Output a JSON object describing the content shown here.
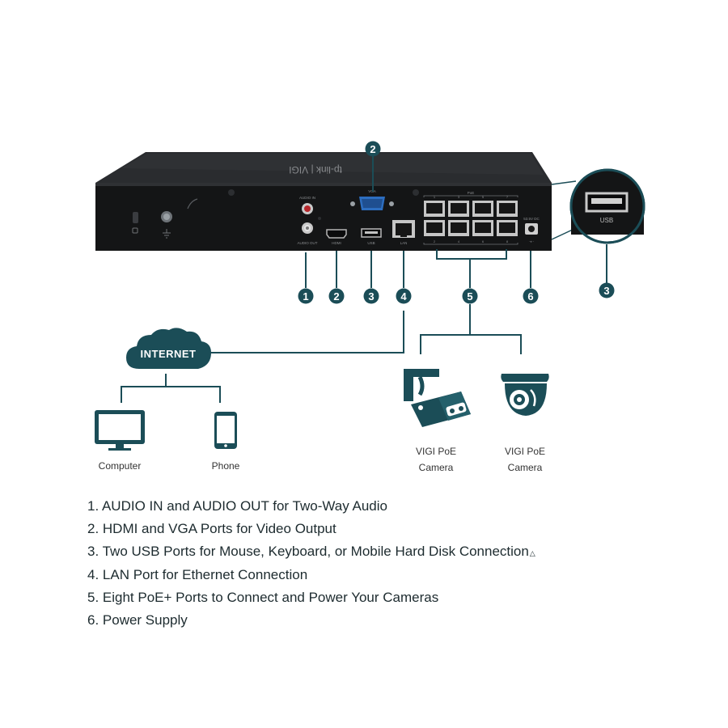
{
  "colors": {
    "accent": "#1b4d57",
    "device": "#151617",
    "device_top": "#2b2d30",
    "line": "#1b4d57"
  },
  "callouts": [
    "1",
    "2",
    "3",
    "4",
    "5",
    "6"
  ],
  "device": {
    "brand": "tp-link | VIGI",
    "port_labels": {
      "audio_in": "AUDIO IN",
      "audio_out": "AUDIO OUT",
      "vga": "VGA",
      "hdmi": "HDMI",
      "usb": "USB",
      "lan": "LAN",
      "poe": "PoE",
      "power": "53.5V DC"
    },
    "poe_numbers_top": [
      "1",
      "3",
      "5",
      "7"
    ],
    "poe_numbers_bottom": [
      "2",
      "4",
      "6",
      "8"
    ]
  },
  "zoom_label": "USB",
  "network": {
    "internet": "INTERNET",
    "computer": "Computer",
    "phone": "Phone"
  },
  "cameras": [
    {
      "line1": "VIGI PoE",
      "line2": "Camera"
    },
    {
      "line1": "VIGI PoE",
      "line2": "Camera"
    }
  ],
  "legend": [
    {
      "text": "1. AUDIO IN and AUDIO OUT for Two-Way Audio"
    },
    {
      "text": "2. HDMI and VGA Ports for Video Output"
    },
    {
      "text": "3. Two USB Ports for Mouse, Keyboard, or Mobile Hard Disk Connection",
      "mark": "△"
    },
    {
      "text": "4. LAN Port for Ethernet Connection"
    },
    {
      "text": "5. Eight PoE+ Ports to Connect and Power Your Cameras"
    },
    {
      "text": "6. Power Supply"
    }
  ]
}
